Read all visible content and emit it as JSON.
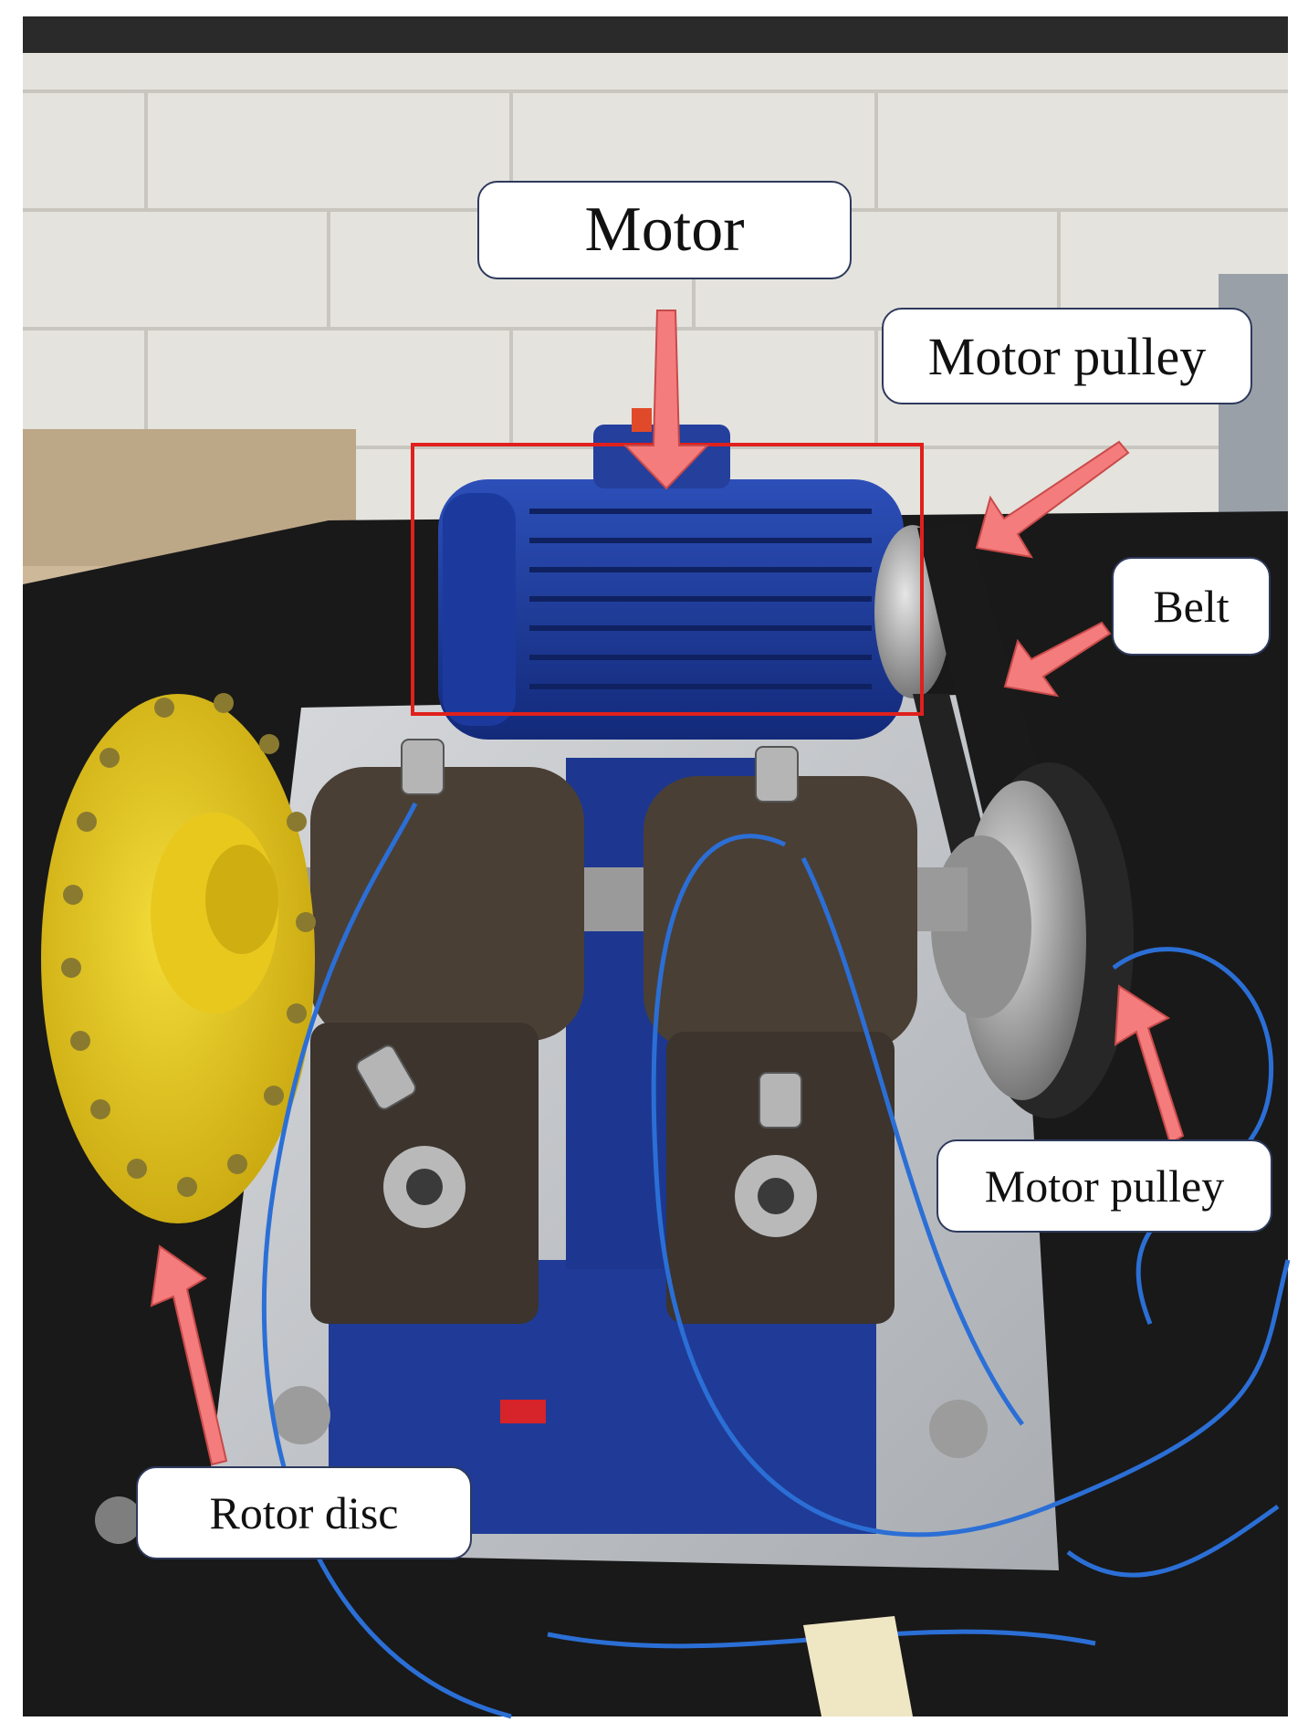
{
  "labels": {
    "motor": "Motor",
    "motor_pulley_top": "Motor pulley",
    "belt": "Belt",
    "motor_pulley_bottom": "Motor pulley",
    "rotor_disc": "Rotor disc"
  },
  "colors": {
    "arrow": "#f47c7c",
    "highlight_box": "#e0201c",
    "callout_border": "#2e3a5c"
  }
}
